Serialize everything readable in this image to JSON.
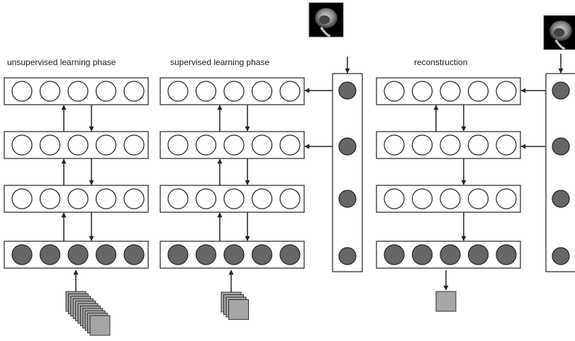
{
  "sections": [
    {
      "title": "unsupervised learning phase"
    },
    {
      "title": "supervised learning phase"
    },
    {
      "title": "reconstruction"
    }
  ],
  "colors": {
    "filled_unit": "#666666",
    "empty_unit": "#ffffff",
    "stroke": "#222222",
    "input_patch": "#a6a6a6",
    "mri_background": "#000000"
  },
  "icons": {
    "mri_stack": "mri-slice-stack-icon",
    "mri_single": "mri-slice-icon",
    "patch_stack": "patch-stack-icon",
    "patch": "patch-icon"
  }
}
